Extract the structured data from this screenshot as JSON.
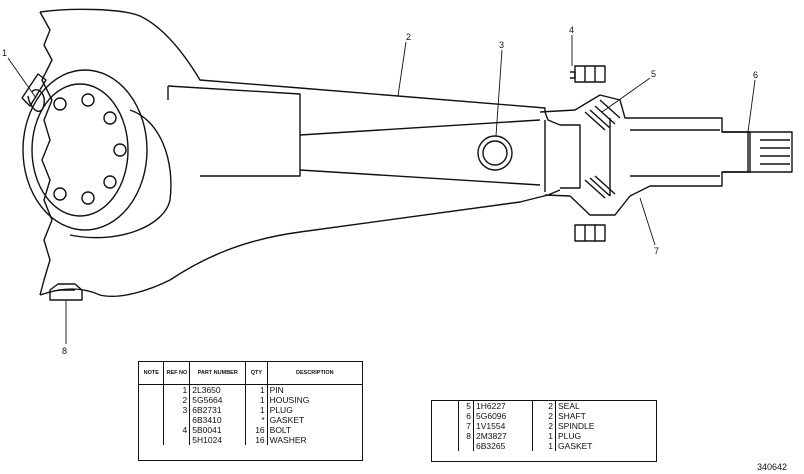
{
  "callouts": [
    "1",
    "2",
    "3",
    "4",
    "5",
    "6",
    "7",
    "8"
  ],
  "bom_left": {
    "headers": {
      "note": "NOTE",
      "ref": "REF NO",
      "part": "PART NUMBER",
      "qty": "QTY",
      "desc": "DESCRIPTION"
    },
    "rows": [
      {
        "ref": "1",
        "part": "2L3650",
        "qty": "1",
        "desc": "PIN"
      },
      {
        "ref": "2",
        "part": "5G5664",
        "qty": "1",
        "desc": "HOUSING"
      },
      {
        "ref": "3",
        "part": "6B2731",
        "qty": "1",
        "desc": "PLUG"
      },
      {
        "ref": "",
        "part": "6B3410",
        "qty": "*",
        "desc": "GASKET"
      },
      {
        "ref": "4",
        "part": "5B0041",
        "qty": "16",
        "desc": "BOLT"
      },
      {
        "ref": "",
        "part": "5H1024",
        "qty": "16",
        "desc": "WASHER"
      }
    ]
  },
  "bom_right": {
    "rows": [
      {
        "ref": "5",
        "part": "1H6227",
        "qty": "2",
        "desc": "SEAL"
      },
      {
        "ref": "6",
        "part": "5G6096",
        "qty": "2",
        "desc": "SHAFT"
      },
      {
        "ref": "7",
        "part": "1V1554",
        "qty": "2",
        "desc": "SPINDLE"
      },
      {
        "ref": "8",
        "part": "2M3827",
        "qty": "1",
        "desc": "PLUG"
      },
      {
        "ref": "",
        "part": "6B3265",
        "qty": "1",
        "desc": "GASKET"
      }
    ]
  },
  "doc_id": "340642"
}
